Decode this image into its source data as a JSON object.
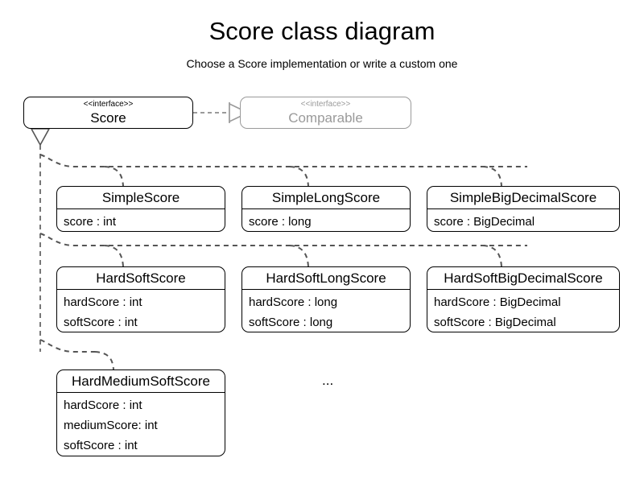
{
  "page": {
    "title": "Score class diagram",
    "subtitle": "Choose a Score implementation or write a custom one",
    "ellipsis": "...",
    "background": "#ffffff",
    "line_color": "#000000",
    "muted_color": "#9a9a9a",
    "edge_color": "#555555"
  },
  "interfaces": [
    {
      "id": "score",
      "stereotype": "<<interface>>",
      "name": "Score",
      "muted": false
    },
    {
      "id": "comparable",
      "stereotype": "<<interface>>",
      "name": "Comparable",
      "muted": true
    }
  ],
  "classes": [
    {
      "id": "simple-score",
      "name": "SimpleScore",
      "attributes": [
        "score : int"
      ]
    },
    {
      "id": "simple-long-score",
      "name": "SimpleLongScore",
      "attributes": [
        "score : long"
      ]
    },
    {
      "id": "simple-big-decimal-score",
      "name": "SimpleBigDecimalScore",
      "attributes": [
        "score : BigDecimal"
      ]
    },
    {
      "id": "hard-soft-score",
      "name": "HardSoftScore",
      "attributes": [
        "hardScore : int",
        "softScore : int"
      ]
    },
    {
      "id": "hard-soft-long-score",
      "name": "HardSoftLongScore",
      "attributes": [
        "hardScore : long",
        "softScore : long"
      ]
    },
    {
      "id": "hard-soft-big-decimal-score",
      "name": "HardSoftBigDecimalScore",
      "attributes": [
        "hardScore : BigDecimal",
        "softScore : BigDecimal"
      ]
    },
    {
      "id": "hard-medium-soft-score",
      "name": "HardMediumSoftScore",
      "attributes": [
        "hardScore : int",
        "mediumScore: int",
        "softScore : int"
      ]
    }
  ],
  "relationships": [
    {
      "from": "Score",
      "to": "Comparable",
      "type": "realization"
    },
    {
      "from": "SimpleScore",
      "to": "Score",
      "type": "generalization"
    },
    {
      "from": "SimpleLongScore",
      "to": "Score",
      "type": "generalization"
    },
    {
      "from": "SimpleBigDecimalScore",
      "to": "Score",
      "type": "generalization"
    },
    {
      "from": "HardSoftScore",
      "to": "Score",
      "type": "generalization"
    },
    {
      "from": "HardSoftLongScore",
      "to": "Score",
      "type": "generalization"
    },
    {
      "from": "HardSoftBigDecimalScore",
      "to": "Score",
      "type": "generalization"
    },
    {
      "from": "HardMediumSoftScore",
      "to": "Score",
      "type": "generalization"
    }
  ]
}
